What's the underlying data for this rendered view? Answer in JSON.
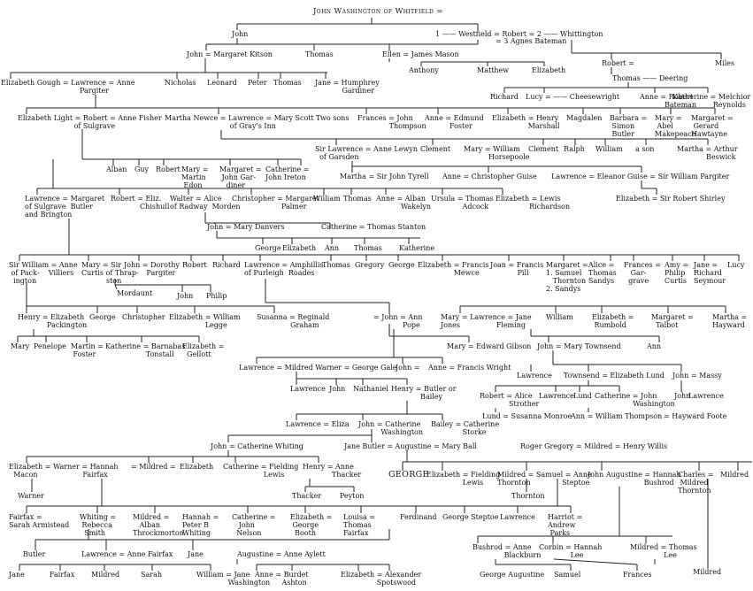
{
  "people": [
    {
      "id": "p1",
      "text": "John Washington of Whitfield ="
    },
    {
      "id": "p2",
      "text": "John"
    },
    {
      "id": "p3",
      "text": "1 —— Westfield = Robert = 2 —— Whittington"
    },
    {
      "id": "p4",
      "text": "= 3 Agnes Bateman"
    },
    {
      "id": "p5",
      "text": "John = Margaret Kitson"
    },
    {
      "id": "p6",
      "text": "Thomas"
    },
    {
      "id": "p7",
      "text": "Ellen = James Mason"
    },
    {
      "id": "p8",
      "text": "Anthony"
    },
    {
      "id": "p9",
      "text": "Matthew"
    },
    {
      "id": "p10",
      "text": "Elizabeth"
    },
    {
      "id": "p11",
      "text": "Robert ="
    },
    {
      "id": "p12",
      "text": "Miles"
    },
    {
      "id": "p13",
      "text": "Thomas —— Deering"
    },
    {
      "id": "p14",
      "text": "Elizabeth Gough = Lawrence = Anne\n                                   Pargiter"
    },
    {
      "id": "p15",
      "text": "Nicholas"
    },
    {
      "id": "p16",
      "text": "Leonard"
    },
    {
      "id": "p17",
      "text": "Peter"
    },
    {
      "id": "p18",
      "text": "Thomas"
    },
    {
      "id": "p19",
      "text": "Jane = Humphrey\n            Gardiner"
    },
    {
      "id": "p20",
      "text": "Richard"
    },
    {
      "id": "p21",
      "text": "Lucy = —— Cheesewright"
    },
    {
      "id": "p22",
      "text": "Anne = Robert\n           Bateman"
    },
    {
      "id": "p23",
      "text": "Katherine = Melchior\n                  Reynolds"
    },
    {
      "id": "p24",
      "text": "Elizabeth Light = Robert = Anne Fisher\n                         of Sulgrave"
    },
    {
      "id": "p25",
      "text": "Martha Newce = Lawrence = Mary Scott\n                             of Gray's Inn"
    },
    {
      "id": "p26",
      "text": "Two sons"
    },
    {
      "id": "p27",
      "text": "Frances = John\n              Thompson"
    },
    {
      "id": "p28",
      "text": "Anne = Edmund\n           Foster"
    },
    {
      "id": "p29",
      "text": "Elizabeth = Henry\n                Marshall"
    },
    {
      "id": "p30",
      "text": "Magdalen"
    },
    {
      "id": "p31",
      "text": "Barbara =\n Simon\n Butler"
    },
    {
      "id": "p32",
      "text": "Mary =\n Abel\nMakepeace"
    },
    {
      "id": "p33",
      "text": "Margaret =\n Gerard\nHawtayne"
    },
    {
      "id": "p34",
      "text": "Sir Lawrence = Anne Lewyn\n  of Garsden"
    },
    {
      "id": "p35",
      "text": "Clement"
    },
    {
      "id": "p36",
      "text": "Mary = William\n           Horsepoole"
    },
    {
      "id": "p37",
      "text": "Clement"
    },
    {
      "id": "p38",
      "text": "Ralph"
    },
    {
      "id": "p39",
      "text": "William"
    },
    {
      "id": "p40",
      "text": "a son"
    },
    {
      "id": "p41",
      "text": "Martha = Arthur\n             Beswick"
    },
    {
      "id": "p42",
      "text": "Alban"
    },
    {
      "id": "p43",
      "text": "Guy"
    },
    {
      "id": "p44",
      "text": "Robert"
    },
    {
      "id": "p45",
      "text": "Mary =\nMartin\n Edon"
    },
    {
      "id": "p46",
      "text": "Margaret =\n John Gar-\n   diner"
    },
    {
      "id": "p47",
      "text": "Catherine =\nJohn Ireton"
    },
    {
      "id": "p48",
      "text": "Martha = Sir John Tyrell"
    },
    {
      "id": "p49",
      "text": "Anne = Christopher Guise"
    },
    {
      "id": "p50",
      "text": "Lawrence = Eleanor Guise = Sir William Pargiter"
    },
    {
      "id": "p51",
      "text": "Elizabeth = Sir Robert Shirley"
    },
    {
      "id": "p52",
      "text": "Lawrence = Margaret\nof Sulgrave  Butler\nand Brington"
    },
    {
      "id": "p53",
      "text": "Robert = Eliz.\n             Chishull"
    },
    {
      "id": "p54",
      "text": "Walter = Alice\nof Radway  Morden"
    },
    {
      "id": "p55",
      "text": "Christopher = Margaret\n                      Palmer"
    },
    {
      "id": "p56",
      "text": "William"
    },
    {
      "id": "p57",
      "text": "Thomas"
    },
    {
      "id": "p58",
      "text": "Anne = Alban\n           Wakelyn"
    },
    {
      "id": "p59",
      "text": "Ursula = Thomas\n              Adcock"
    },
    {
      "id": "p60",
      "text": "Elizabeth = Lewis\n               Richardson"
    },
    {
      "id": "p61",
      "text": "John = Mary Danvers"
    },
    {
      "id": "p62",
      "text": "Catherine = Thomas Stanton"
    },
    {
      "id": "p63",
      "text": "George"
    },
    {
      "id": "p64",
      "text": "Elizabeth"
    },
    {
      "id": "p65",
      "text": "Ann"
    },
    {
      "id": "p66",
      "text": "Thomas"
    },
    {
      "id": "p67",
      "text": "Katherine"
    },
    {
      "id": "p68",
      "text": "Sir William = Anne\n of Pack-    Villiers\n  ington"
    },
    {
      "id": "p69",
      "text": "Mary = Sir\nCurtis of Thrap-\n           ston"
    },
    {
      "id": "p70",
      "text": "John = Dorothy\n          Pargiter"
    },
    {
      "id": "p71",
      "text": "Robert"
    },
    {
      "id": "p72",
      "text": "Richard"
    },
    {
      "id": "p73",
      "text": "Lawrence = Amphillis\nof Purleigh  Roades"
    },
    {
      "id": "p74",
      "text": "Thomas"
    },
    {
      "id": "p75",
      "text": "Gregory"
    },
    {
      "id": "p76",
      "text": "George"
    },
    {
      "id": "p77",
      "text": "Elizabeth = Francis\n                Mewce"
    },
    {
      "id": "p78",
      "text": "Joan = Francis\n            Pill"
    },
    {
      "id": "p79",
      "text": "Margaret =\n1. Samuel\n   Thornton\n2. Sandys"
    },
    {
      "id": "p80",
      "text": "Alice =\nThomas\nSandys"
    },
    {
      "id": "p81",
      "text": "Frances =\n   Gar-\n  grave"
    },
    {
      "id": "p82",
      "text": "Amy =\nPhilip\nCurtis"
    },
    {
      "id": "p83",
      "text": "Jane =\nRichard\nSeymour"
    },
    {
      "id": "p84",
      "text": "Lucy"
    },
    {
      "id": "p85",
      "text": "Mordaunt"
    },
    {
      "id": "p86",
      "text": "John"
    },
    {
      "id": "p87",
      "text": "Philip"
    },
    {
      "id": "p88",
      "text": "Henry = Elizabeth\n             Packington"
    },
    {
      "id": "p89",
      "text": "George"
    },
    {
      "id": "p90",
      "text": "Christopher"
    },
    {
      "id": "p91",
      "text": "Elizabeth = William\n                Legge"
    },
    {
      "id": "p92",
      "text": "Susanna = Reginald\n               Graham"
    },
    {
      "id": "p93",
      "text": "= John = Ann\n             Pope"
    },
    {
      "id": "p94",
      "text": "Mary = Lawrence = Jane\nJones                Fleming"
    },
    {
      "id": "p95",
      "text": "William"
    },
    {
      "id": "p96",
      "text": "Elizabeth =\n Rumbold"
    },
    {
      "id": "p97",
      "text": "Margaret =\n  Talbot"
    },
    {
      "id": "p98",
      "text": "Martha =\nHayward"
    },
    {
      "id": "p99",
      "text": "Mary"
    },
    {
      "id": "p100",
      "text": "Penelope"
    },
    {
      "id": "p101",
      "text": "Martin =\n Foster"
    },
    {
      "id": "p102",
      "text": "Katherine = Barnabas\n                  Tonstall"
    },
    {
      "id": "p103",
      "text": "Elizabeth =\n  Gellott"
    },
    {
      "id": "p104",
      "text": "Mary = Edward Gibson"
    },
    {
      "id": "p105",
      "text": "John = Mary Townsend"
    },
    {
      "id": "p106",
      "text": "Ann"
    },
    {
      "id": "p107",
      "text": "Lawrence = Mildred Warner = George Gale"
    },
    {
      "id": "p108",
      "text": "John ="
    },
    {
      "id": "p109",
      "text": "Anne = Francis Wright"
    },
    {
      "id": "p110",
      "text": "Lawrence"
    },
    {
      "id": "p111",
      "text": "Townsend = Elizabeth Lund"
    },
    {
      "id": "p112",
      "text": "John = Massy"
    },
    {
      "id": "p113",
      "text": "Lawrence"
    },
    {
      "id": "p114",
      "text": "John"
    },
    {
      "id": "p115",
      "text": "Nathaniel"
    },
    {
      "id": "p116",
      "text": "Henry = Butler or\n             Bailey"
    },
    {
      "id": "p117",
      "text": "Robert = Alice\n             Strother"
    },
    {
      "id": "p118",
      "text": "Lawrence"
    },
    {
      "id": "p119",
      "text": "Lund"
    },
    {
      "id": "p120",
      "text": "Catherine = John\n                 Washington"
    },
    {
      "id": "p121",
      "text": "John"
    },
    {
      "id": "p122",
      "text": "Lawrence"
    },
    {
      "id": "p123",
      "text": "Lund = Susanna Monroe"
    },
    {
      "id": "p124",
      "text": "Ann = William Thompson"
    },
    {
      "id": "p125",
      "text": "= Hayward Foote"
    },
    {
      "id": "p126",
      "text": "Lawrence = Eliza"
    },
    {
      "id": "p127",
      "text": "John = Catherine\n          Washington"
    },
    {
      "id": "p128",
      "text": "Bailey = Catherine\n              Storke"
    },
    {
      "id": "p129",
      "text": "John = Catherine Whiting"
    },
    {
      "id": "p130",
      "text": "Jane Butler = Augustine = Mary Ball"
    },
    {
      "id": "p131",
      "text": "Roger Gregory = Mildred = Henry Willis"
    },
    {
      "id": "p132",
      "text": "Elizabeth = Warner = Hannah\n  Macon                    Fairfax"
    },
    {
      "id": "p133",
      "text": "= Mildred ="
    },
    {
      "id": "p134",
      "text": "Elizabeth"
    },
    {
      "id": "p135",
      "text": "Catherine = Fielding\n                  Lewis"
    },
    {
      "id": "p136",
      "text": "Henry = Anne\n             Thacker"
    },
    {
      "id": "p137",
      "text": "GEORGE"
    },
    {
      "id": "p138",
      "text": "Elizabeth = Fielding\n                Lewis"
    },
    {
      "id": "p139",
      "text": "Mildred = Samuel = Anne\nThornton              Steptoe"
    },
    {
      "id": "p140",
      "text": "John Augustine = Hannah\n                         Bushrod"
    },
    {
      "id": "p141",
      "text": "Charles =\n Mildred\nThornton"
    },
    {
      "id": "p142",
      "text": "Mildred"
    },
    {
      "id": "p143",
      "text": "Warner"
    },
    {
      "id": "p144",
      "text": "Thacker"
    },
    {
      "id": "p145",
      "text": "Peyton"
    },
    {
      "id": "p146",
      "text": "Thornton"
    },
    {
      "id": "p147",
      "text": "Fairfax =\nSarah Armistead"
    },
    {
      "id": "p148",
      "text": "Whiting =\n Rebecca\n  Smith"
    },
    {
      "id": "p149",
      "text": "Mildred =\n   Alban\nThrockmorton"
    },
    {
      "id": "p150",
      "text": "Hannah =\nPeter B\nWhiting"
    },
    {
      "id": "p151",
      "text": "Catherine =\n   John\n  Nelson"
    },
    {
      "id": "p152",
      "text": "Elizabeth =\n George\n  Booth"
    },
    {
      "id": "p153",
      "text": "Louisa =\nThomas\nFairfax"
    },
    {
      "id": "p154",
      "text": "Ferdinand"
    },
    {
      "id": "p155",
      "text": "George Steptoe"
    },
    {
      "id": "p156",
      "text": "Lawrence"
    },
    {
      "id": "p157",
      "text": "Harriot =\nAndrew\n Parks"
    },
    {
      "id": "p158",
      "text": "Butler"
    },
    {
      "id": "p159",
      "text": "Lawrence = Anne Fairfax"
    },
    {
      "id": "p160",
      "text": "Jane"
    },
    {
      "id": "p161",
      "text": "Augustine = Anne Aylett"
    },
    {
      "id": "p162",
      "text": "Bushrod = Anne\n              Blackburn"
    },
    {
      "id": "p163",
      "text": "Corbin = Hannah\n              Lee"
    },
    {
      "id": "p164",
      "text": "Mildred = Thomas\n               Lee"
    },
    {
      "id": "p165",
      "text": "Jane"
    },
    {
      "id": "p166",
      "text": "Fairfax"
    },
    {
      "id": "p167",
      "text": "Mildred"
    },
    {
      "id": "p168",
      "text": "Sarah"
    },
    {
      "id": "p169",
      "text": "William = Jane\n              Washington"
    },
    {
      "id": "p170",
      "text": "Anne = Burdet\n            Ashton"
    },
    {
      "id": "p171",
      "text": "Elizabeth = Alexander\n                Spotswood"
    },
    {
      "id": "p172",
      "text": "George Augustine"
    },
    {
      "id": "p173",
      "text": "Samuel"
    },
    {
      "id": "p174",
      "text": "Frances"
    },
    {
      "id": "p175",
      "text": "Mildred"
    }
  ]
}
